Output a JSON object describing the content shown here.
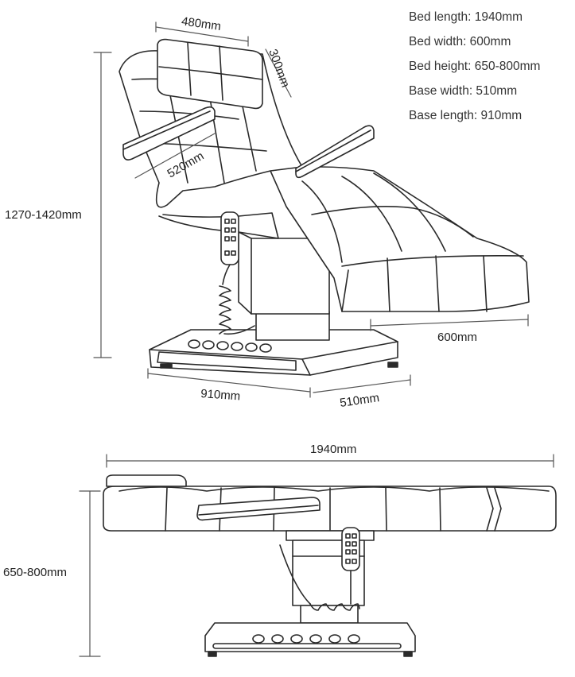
{
  "specs": [
    "Bed length: 1940mm",
    "Bed width: 600mm",
    "Bed height: 650-800mm",
    "Base width: 510mm",
    "Base length: 910mm"
  ],
  "top_view": {
    "headrest_width": "480mm",
    "headrest_length": "300mm",
    "backrest_width": "520mm",
    "total_height": "1270-1420mm",
    "bed_width": "600mm",
    "base_length": "910mm",
    "base_width": "510mm"
  },
  "side_view": {
    "bed_length": "1940mm",
    "bed_height": "650-800mm"
  },
  "colors": {
    "line": "#2a2a2a",
    "dim_line": "#555555",
    "fill": "#ffffff"
  }
}
